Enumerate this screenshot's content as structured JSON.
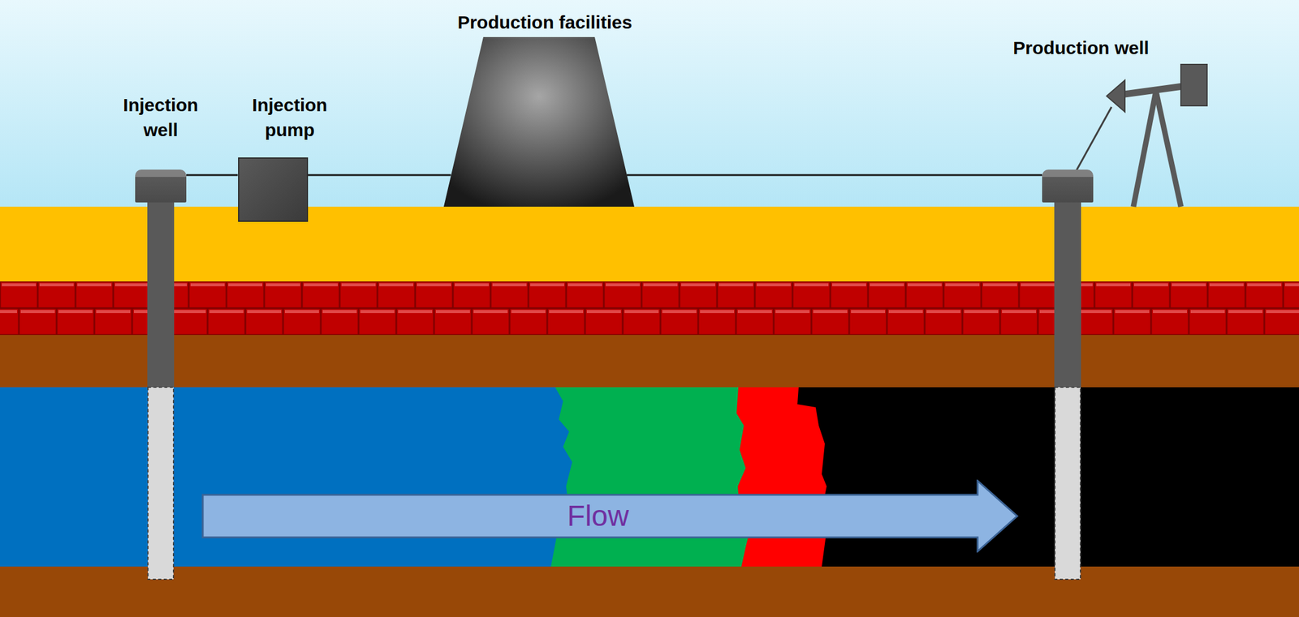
{
  "diagram": {
    "nodes": [
      {
        "text": [
          "Injection well"
        ]
      },
      {
        "text": [
          "Injection pump"
        ]
      },
      {
        "text": [
          "Production facilities"
        ]
      },
      {
        "text": [
          "Production well"
        ]
      },
      {
        "text": [
          "Flow"
        ]
      }
    ],
    "edges": [
      {
        "from": 0,
        "to": 1,
        "arrow": "none"
      },
      {
        "from": 1,
        "to": 2,
        "arrow": "none"
      },
      {
        "from": 2,
        "to": 3,
        "arrow": "none"
      }
    ]
  }
}
